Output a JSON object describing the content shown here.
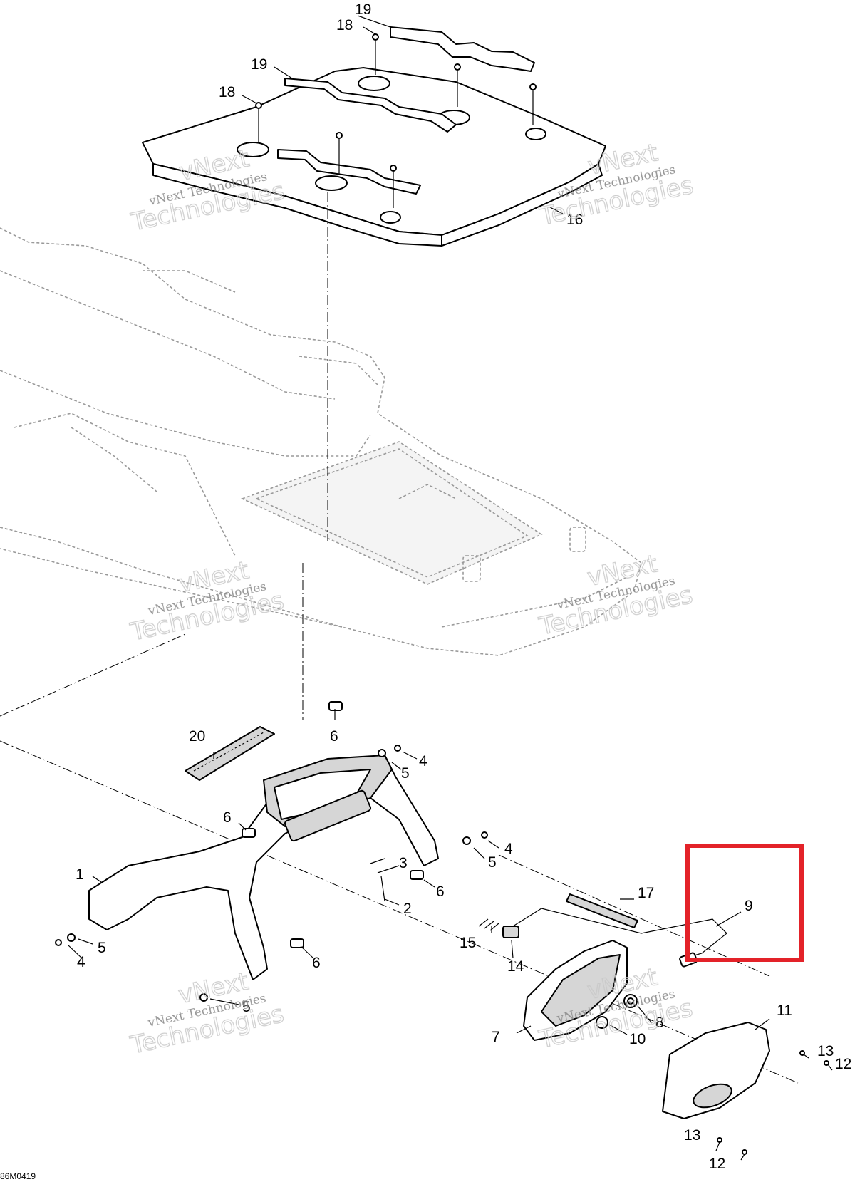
{
  "diagram": {
    "reference_code": "86M0419",
    "watermark": {
      "line1": "vNext Technologies",
      "line2": "Technologies",
      "line3": "vNext"
    },
    "highlight_color": "#e32229",
    "callouts": {
      "c1": "1",
      "c2": "2",
      "c3": "3",
      "c4a": "4",
      "c4b": "4",
      "c4c": "4",
      "c5a": "5",
      "c5b": "5",
      "c5c": "5",
      "c5d": "5",
      "c6a": "6",
      "c6b": "6",
      "c6c": "6",
      "c6d": "6",
      "c7": "7",
      "c8": "8",
      "c9": "9",
      "c10": "10",
      "c11": "11",
      "c12a": "12",
      "c12b": "12",
      "c13a": "13",
      "c13b": "13",
      "c14": "14",
      "c15": "15",
      "c16": "16",
      "c17": "17",
      "c18a": "18",
      "c18b": "18",
      "c19a": "19",
      "c19b": "19",
      "c20": "20"
    }
  }
}
